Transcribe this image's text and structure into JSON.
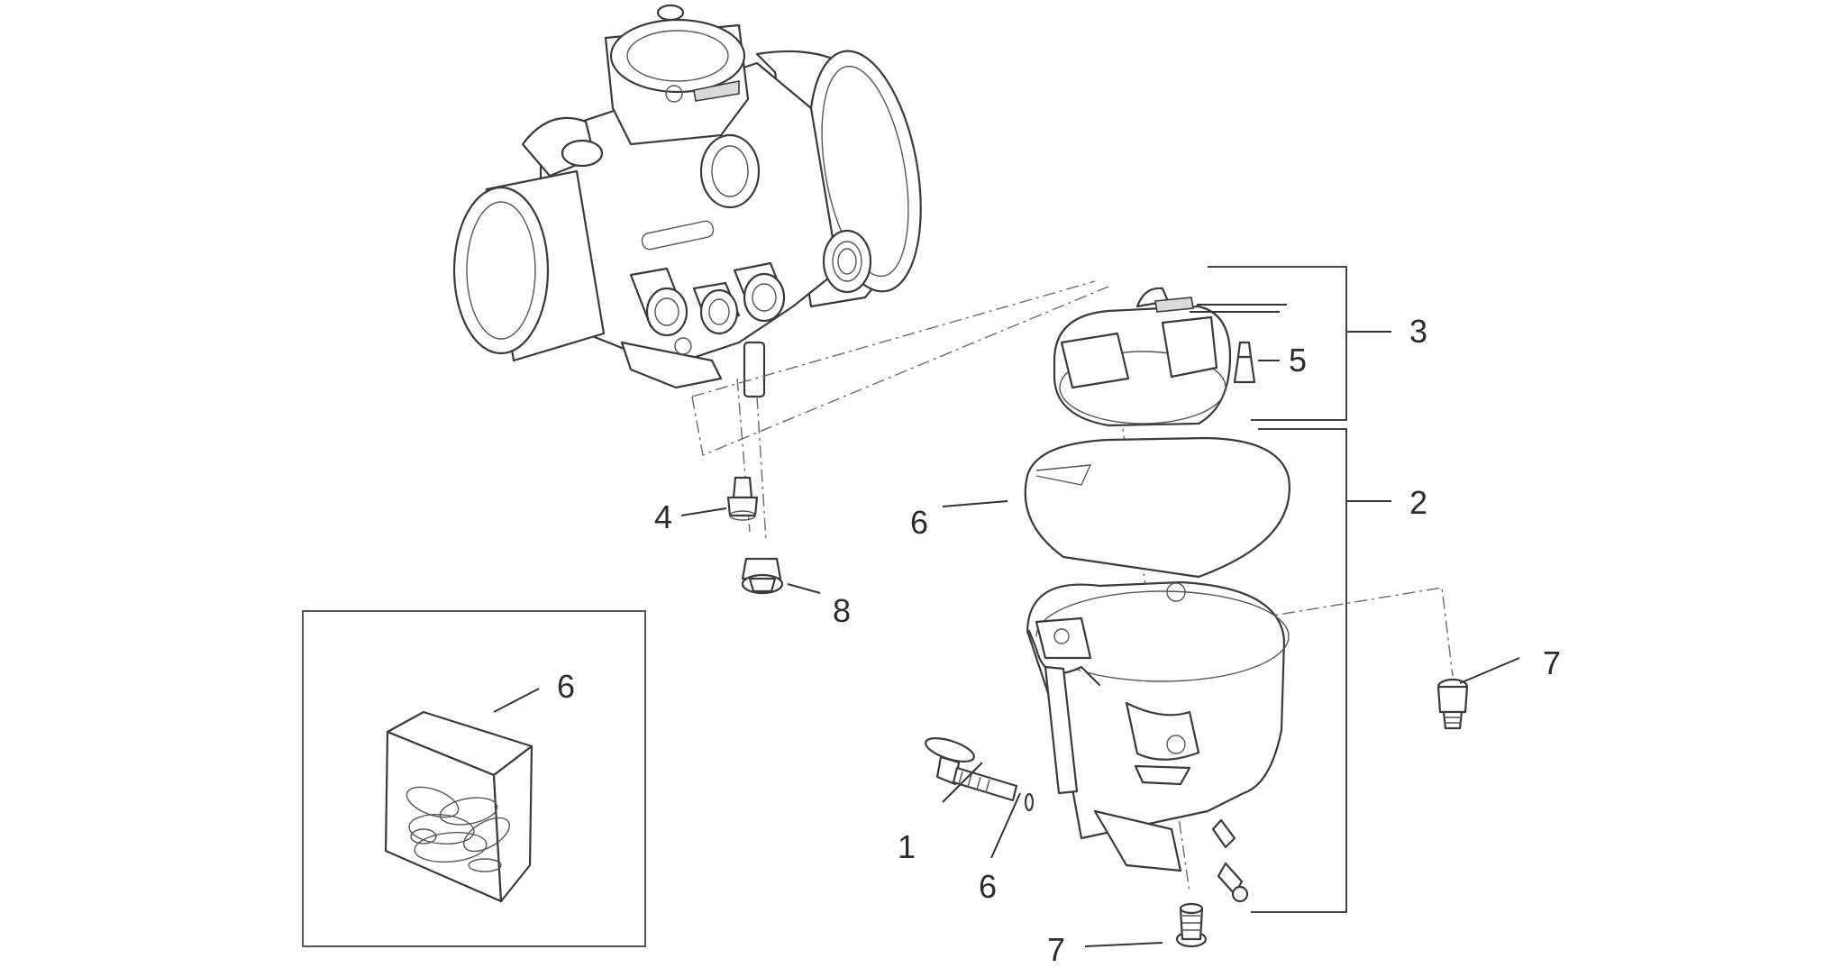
{
  "callouts": {
    "c1": "1",
    "c2": "2",
    "c3": "3",
    "c4": "4",
    "c5": "5",
    "c6_gasket": "6",
    "c6_screw": "6",
    "c6_kit": "6",
    "c7_side": "7",
    "c7_bottom": "7",
    "c8": "8"
  }
}
